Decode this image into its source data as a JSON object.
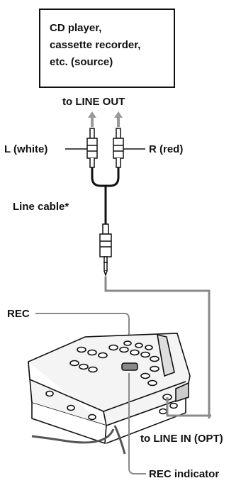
{
  "source_box": {
    "line1": "CD player,",
    "line2": "cassette recorder,",
    "line3": "etc. (source)"
  },
  "labels": {
    "to_line_out": "to LINE OUT",
    "left_plug": "L (white)",
    "right_plug": "R (red)",
    "line_cable": "Line cable*",
    "rec": "REC",
    "to_line_in": "to LINE IN (OPT)",
    "rec_indicator": "REC indicator"
  },
  "colors": {
    "cable_gray": "#8a8a8a",
    "arrow_gray": "#9a9a9a",
    "ink": "#111111"
  },
  "icons": [
    "up-arrow-icon",
    "rca-plug-icon",
    "mini-plug-icon",
    "md-recorder-icon"
  ]
}
